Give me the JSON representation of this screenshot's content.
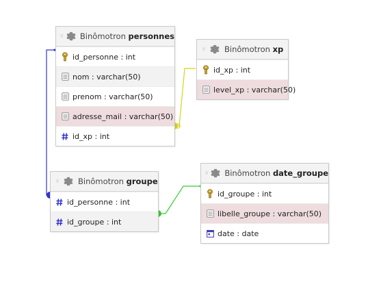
{
  "tables": [
    {
      "id": "personnes",
      "prefix": "Binômotron",
      "name": "personnes",
      "columns": [
        {
          "label": "id_personne : int",
          "icon": "key-icon"
        },
        {
          "label": "nom : varchar(50)",
          "icon": "field-icon"
        },
        {
          "label": "prenom : varchar(50)",
          "icon": "field-icon"
        },
        {
          "label": "adresse_mail : varchar(50)",
          "icon": "field-icon"
        },
        {
          "label": "id_xp : int",
          "icon": "number-icon"
        }
      ]
    },
    {
      "id": "xp",
      "prefix": "Binômotron",
      "name": "xp",
      "columns": [
        {
          "label": "id_xp : int",
          "icon": "key-icon"
        },
        {
          "label": "level_xp : varchar(50)",
          "icon": "field-icon"
        }
      ]
    },
    {
      "id": "groupe",
      "prefix": "Binômotron",
      "name": "groupe",
      "columns": [
        {
          "label": "id_personne : int",
          "icon": "number-icon"
        },
        {
          "label": "id_groupe : int",
          "icon": "number-icon"
        }
      ]
    },
    {
      "id": "date_groupe",
      "prefix": "Binômotron",
      "name": "date_groupe",
      "columns": [
        {
          "label": "id_groupe : int",
          "icon": "key-icon"
        },
        {
          "label": "libelle_groupe : varchar(50)",
          "icon": "field-icon"
        },
        {
          "label": "date : date",
          "icon": "date-icon"
        }
      ]
    }
  ],
  "relations": [
    {
      "from": "personnes.id_xp",
      "to": "xp.id_xp",
      "color": "#d4d21c"
    },
    {
      "from": "groupe.id_personne",
      "to": "personnes.id_personne",
      "color": "#3333cc"
    },
    {
      "from": "groupe.id_groupe",
      "to": "date_groupe.id_groupe",
      "color": "#33cc33"
    }
  ]
}
